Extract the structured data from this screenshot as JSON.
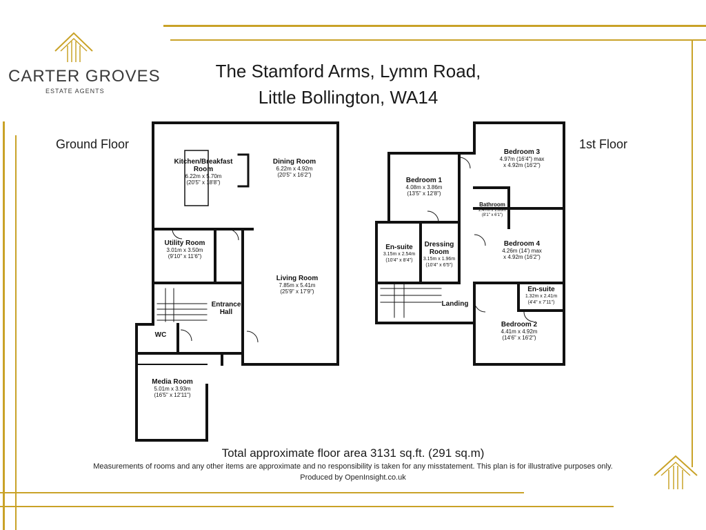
{
  "brand": {
    "name": "CARTER GROVES",
    "subtitle": "ESTATE AGENTS",
    "gold_color": "#c9a227"
  },
  "title": {
    "line1": "The Stamford Arms, Lymm Road,",
    "line2": "Little Bollington, WA14"
  },
  "floors": {
    "ground": "Ground Floor",
    "first": "1st Floor"
  },
  "rooms": {
    "kitchen": {
      "name": "Kitchen/Breakfast Room",
      "dim_m": "6.22m x 5.70m",
      "dim_ft": "(20'5\" x 18'8\")"
    },
    "dining": {
      "name": "Dining Room",
      "dim_m": "6.22m x 4.92m",
      "dim_ft": "(20'5\" x 16'2\")"
    },
    "utility": {
      "name": "Utility Room",
      "dim_m": "3.01m x 3.50m",
      "dim_ft": "(9'10\" x 11'6\")"
    },
    "living": {
      "name": "Living Room",
      "dim_m": "7.85m x 5.41m",
      "dim_ft": "(25'9\" x 17'9\")"
    },
    "entrance": {
      "name": "Entrance Hall"
    },
    "wc": {
      "name": "WC"
    },
    "media": {
      "name": "Media Room",
      "dim_m": "5.01m x 3.93m",
      "dim_ft": "(16'5\" x 12'11\")"
    },
    "bed1": {
      "name": "Bedroom 1",
      "dim_m": "4.08m x 3.86m",
      "dim_ft": "(13'5\" x 12'8\")"
    },
    "bed3": {
      "name": "Bedroom 3",
      "dim_m": "4.97m (16'4\") max",
      "dim_ft": "x 4.92m (16'2\")"
    },
    "bathroom": {
      "name": "Bathroom",
      "dim_m": "2.47m x 1.86m",
      "dim_ft": "(8'1\" x 6'1\")"
    },
    "ensuite1": {
      "name": "En-suite",
      "dim_m": "3.15m x 2.54m",
      "dim_ft": "(10'4\" x 8'4\")"
    },
    "dressing": {
      "name": "Dressing Room",
      "dim_m": "3.15m x 1.96m",
      "dim_ft": "(10'4\" x 6'5\")"
    },
    "bed4": {
      "name": "Bedroom 4",
      "dim_m": "4.26m (14') max",
      "dim_ft": "x 4.92m (16'2\")"
    },
    "ensuite2": {
      "name": "En-suite",
      "dim_m": "1.32m x 2.41m",
      "dim_ft": "(4'4\" x 7'11\")"
    },
    "landing": {
      "name": "Landing"
    },
    "bed2": {
      "name": "Bedroom 2",
      "dim_m": "4.41m x 4.92m",
      "dim_ft": "(14'6\" x 16'2\")"
    }
  },
  "footer": {
    "total": "Total approximate floor area 3131 sq.ft. (291 sq.m)",
    "disclaimer": "Measurements of rooms and any other items are approximate and no responsibility is taken for any misstatement. This plan is for illustrative purposes only.",
    "produced": "Produced by OpenInsight.co.uk"
  }
}
